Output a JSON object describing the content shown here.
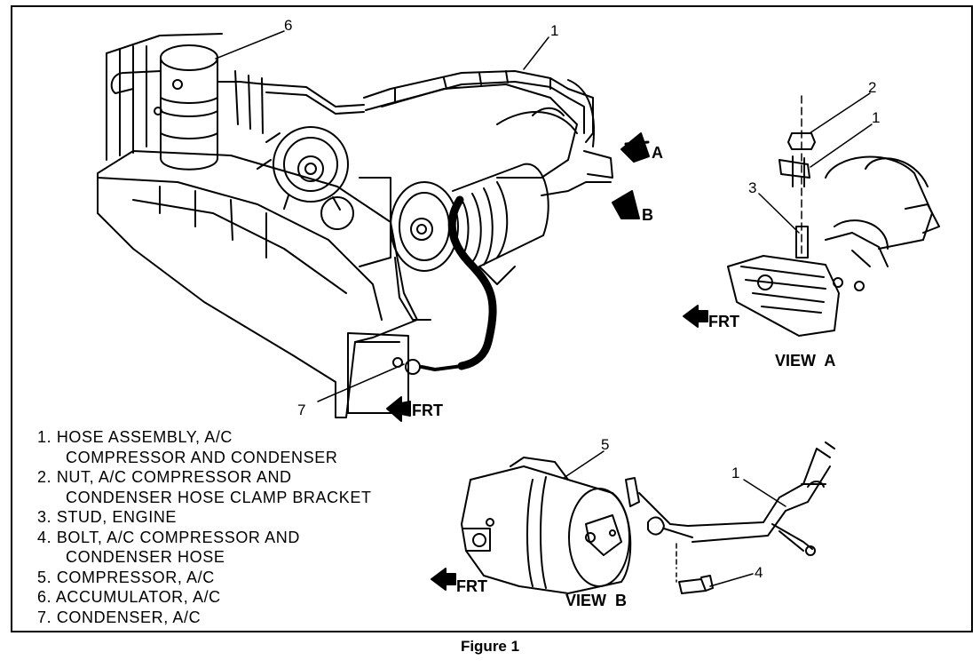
{
  "callouts": {
    "c1_main": "1",
    "c6_main": "6",
    "c7_main": "7",
    "c2_viewA": "2",
    "c1_viewA": "1",
    "c3_viewA": "3",
    "c5_viewB": "5",
    "c1_viewB": "1",
    "c4_viewB": "4"
  },
  "view_arrows": {
    "a": "A",
    "b": "B"
  },
  "direction": {
    "frt_main": "FRT",
    "frt_viewA": "FRT",
    "frt_viewB": "FRT"
  },
  "views": {
    "view_a": "VIEW  A",
    "view_b": "VIEW  B"
  },
  "legend": [
    {
      "line": "1. HOSE ASSEMBLY, A/C",
      "cont": "COMPRESSOR AND CONDENSER"
    },
    {
      "line": "2. NUT, A/C COMPRESSOR AND",
      "cont": "CONDENSER HOSE CLAMP BRACKET"
    },
    {
      "line": "3. STUD, ENGINE",
      "cont": ""
    },
    {
      "line": "4. BOLT, A/C COMPRESSOR AND",
      "cont": "CONDENSER HOSE"
    },
    {
      "line": "5. COMPRESSOR, A/C",
      "cont": ""
    },
    {
      "line": "6. ACCUMULATOR, A/C",
      "cont": ""
    },
    {
      "line": "7. CONDENSER, A/C",
      "cont": ""
    }
  ],
  "caption": "Figure 1"
}
